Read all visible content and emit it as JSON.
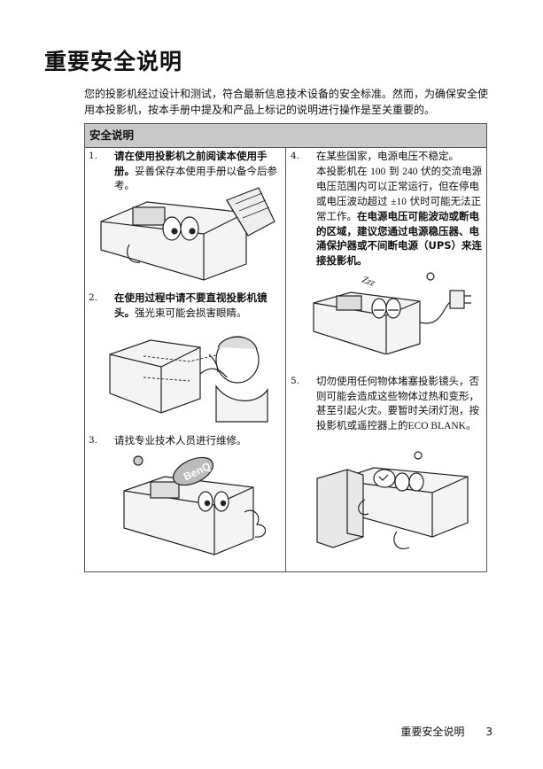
{
  "page": {
    "title": "重要安全说明",
    "intro": "您的投影机经过设计和测试，符合最新信息技术设备的安全标准。然而，为确保安全使用本投影机，按本手册中提及和产品上标记的说明进行操作是至关重要的。"
  },
  "box": {
    "header": "安全说明",
    "items": [
      {
        "num": "1.",
        "bold": "请在使用投影机之前阅读本使用手册。",
        "text": "妥善保存本使用手册以备今后参考。"
      },
      {
        "num": "2.",
        "bold": "在使用过程中请不要直视投影机镜头。",
        "text": "强光束可能会损害眼睛。"
      },
      {
        "num": "3.",
        "text": "请找专业技术人员进行维修。"
      },
      {
        "num": "4.",
        "line1": "在某些国家，电源电压不稳定。",
        "text_a": "本投影机在 ",
        "v1": "100",
        "text_b": " 到 ",
        "v2": "240",
        "text_c": " 伏的交流电源电压范围内可以正常运行，但在停电或电压波动超过 ",
        "v3": "±10",
        "text_d": " 伏时可能无法正常工作。",
        "bold": "在电源电压可能波动或断电的区域，建议您通过电源稳压器、电涌保护器或不间断电源（UPS）来连接投影机。"
      },
      {
        "num": "5.",
        "text": "切勿使用任何物体堵塞投影镜头，否则可能会造成这些物体过热和变形，甚至引起火灾。要暂时关闭灯泡，按投影机或遥控器上的",
        "key": "ECO BLANK",
        "end": "。"
      }
    ],
    "illustration_labels": {
      "brand": "BenQ",
      "sleep": "Zzz"
    }
  },
  "footer": {
    "section": "重要安全说明",
    "page_number": "3"
  }
}
